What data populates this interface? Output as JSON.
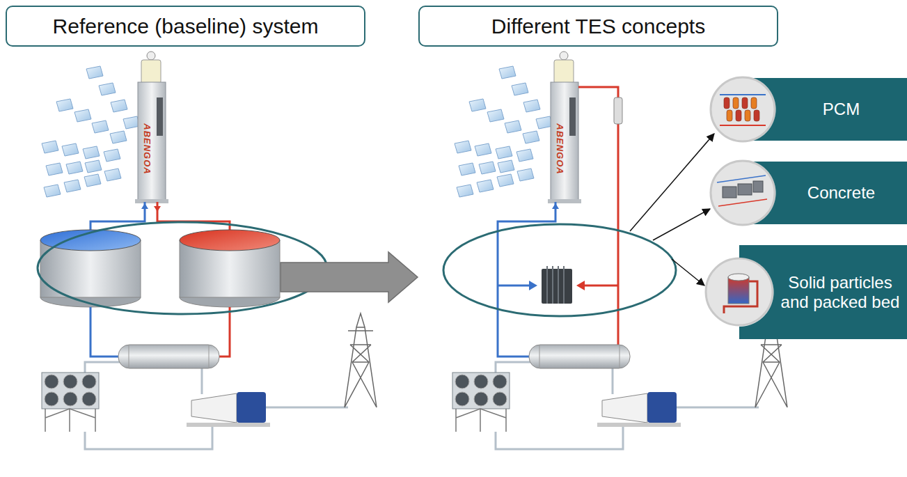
{
  "diagram": {
    "nodes": [
      {
        "text": [
          "Reference (baseline) system"
        ]
      },
      {
        "text": [
          "Different TES concepts"
        ]
      },
      {
        "text": [
          "PCM"
        ]
      },
      {
        "text": [
          "Concrete"
        ]
      },
      {
        "text": [
          "Solid particles and packed bed"
        ]
      }
    ],
    "labels": [
      "ABENGOA",
      "ABENGOA"
    ]
  }
}
